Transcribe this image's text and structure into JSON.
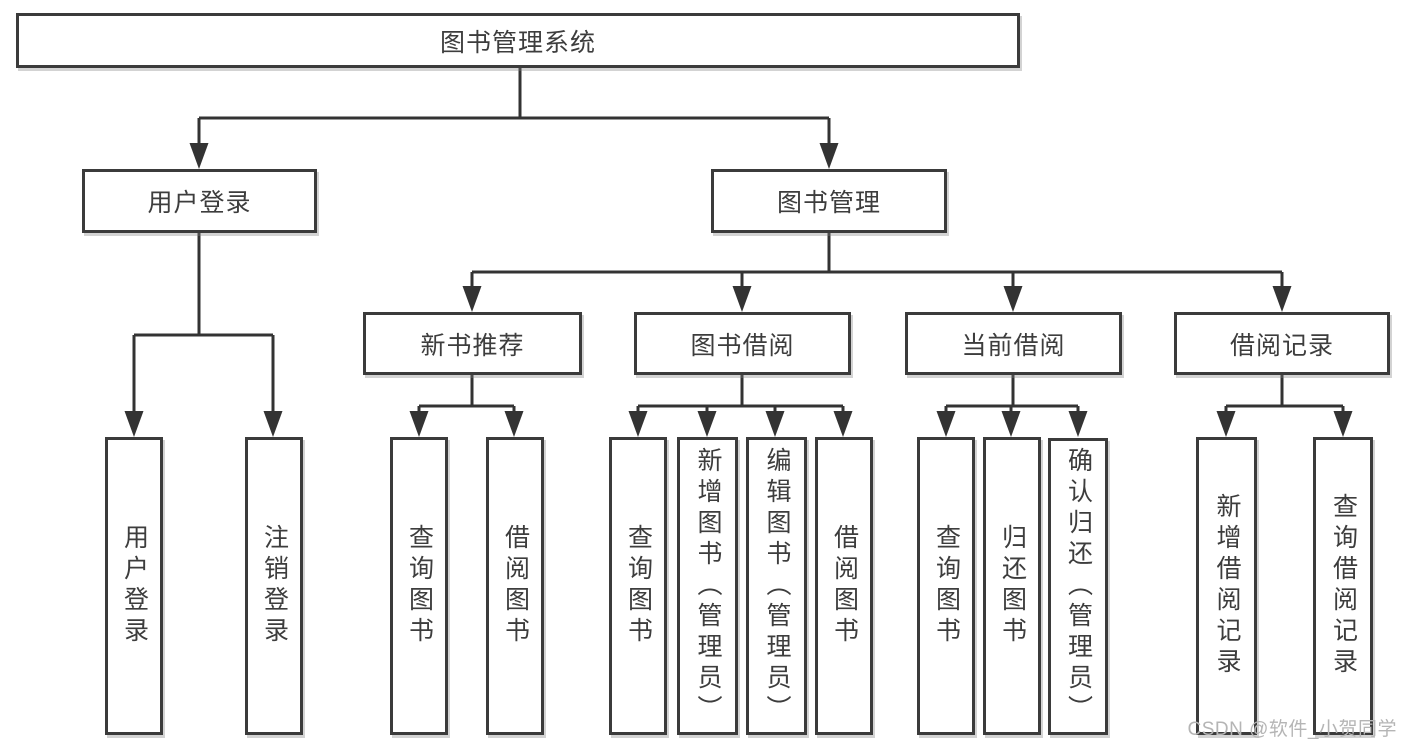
{
  "diagram": {
    "root": {
      "label": "图书管理系统"
    },
    "level2": [
      {
        "id": "user-login",
        "label": "用户登录"
      },
      {
        "id": "book-management",
        "label": "图书管理"
      }
    ],
    "level3": [
      {
        "id": "new-book-recommend",
        "parent": "图书管理",
        "label": "新书推荐"
      },
      {
        "id": "book-borrow",
        "parent": "图书管理",
        "label": "图书借阅"
      },
      {
        "id": "current-borrow",
        "parent": "图书管理",
        "label": "当前借阅"
      },
      {
        "id": "borrow-records",
        "parent": "图书管理",
        "label": "借阅记录"
      }
    ],
    "level4": [
      {
        "parent": "用户登录",
        "label": "用户登录"
      },
      {
        "parent": "用户登录",
        "label": "注销登录"
      },
      {
        "parent": "新书推荐",
        "label": "查询图书"
      },
      {
        "parent": "新书推荐",
        "label": "借阅图书"
      },
      {
        "parent": "图书借阅",
        "label": "查询图书"
      },
      {
        "parent": "图书借阅",
        "label": "新增图书（管理员）"
      },
      {
        "parent": "图书借阅",
        "label": "编辑图书（管理员）"
      },
      {
        "parent": "图书借阅",
        "label": "借阅图书"
      },
      {
        "parent": "当前借阅",
        "label": "查询图书"
      },
      {
        "parent": "当前借阅",
        "label": "归还图书"
      },
      {
        "parent": "当前借阅",
        "label": "确认归还（管理员）"
      },
      {
        "parent": "借阅记录",
        "label": "新增借阅记录"
      },
      {
        "parent": "借阅记录",
        "label": "查询借阅记录"
      }
    ],
    "watermark": "CSDN @软件_小贺同学"
  },
  "colors": {
    "line": "#333333",
    "box_border": "#3b3b3b",
    "text": "#3d3d3d",
    "watermark": "#b5b5b5",
    "background": "#ffffff"
  }
}
